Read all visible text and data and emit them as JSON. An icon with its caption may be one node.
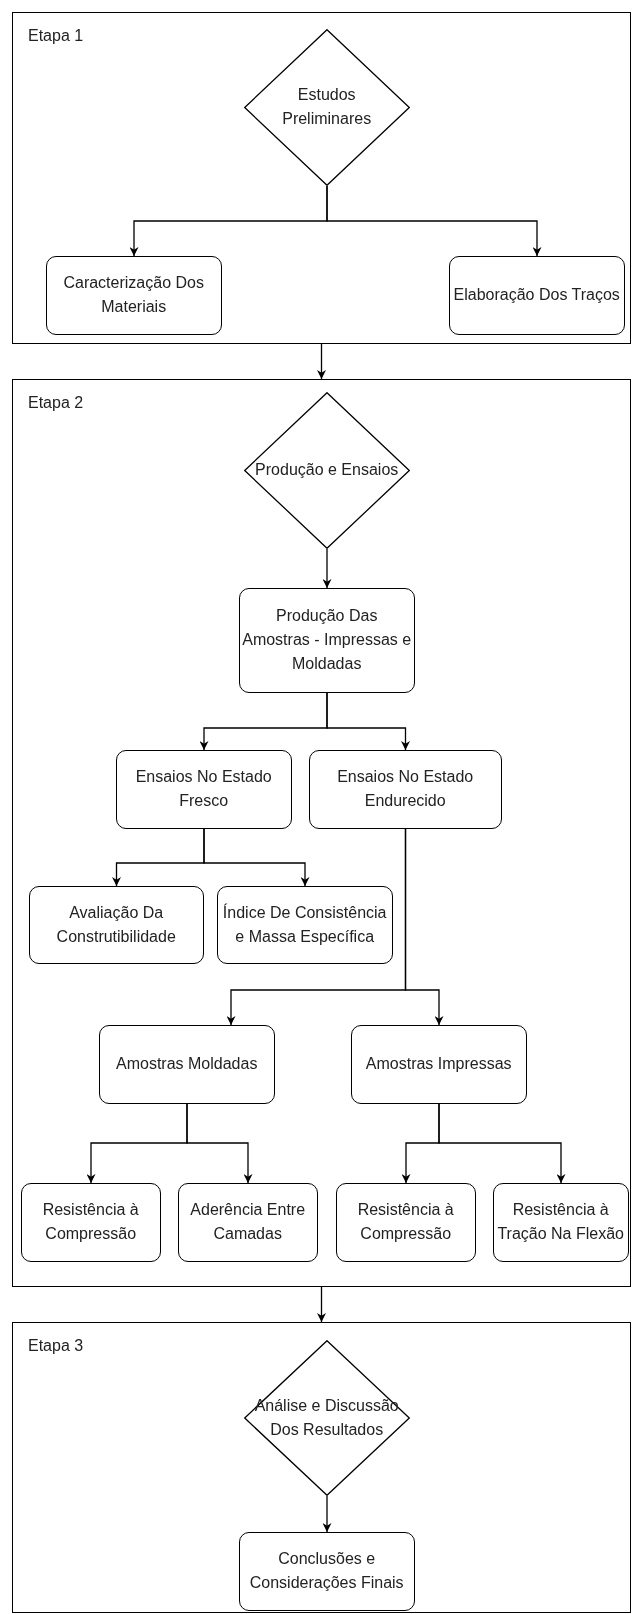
{
  "diagram": {
    "nodes": [
      {
        "text": [
          "Etapa 1"
        ]
      },
      {
        "text": [
          "Estudos Preliminares"
        ],
        "in": 0
      },
      {
        "text": [
          "Caracterização Dos Materiais"
        ],
        "in": 0
      },
      {
        "text": [
          "Elaboração Dos Traços"
        ],
        "in": 0
      },
      {
        "text": [
          "Etapa 2"
        ]
      },
      {
        "text": [
          "Produção e Ensaios"
        ],
        "in": 4
      },
      {
        "text": [
          "Produção Das Amostras - Impressas e Moldadas"
        ],
        "in": 4
      },
      {
        "text": [
          "Ensaios No Estado Fresco"
        ],
        "in": 4
      },
      {
        "text": [
          "Ensaios No Estado Endurecido"
        ],
        "in": 4
      },
      {
        "text": [
          "Avaliação Da Construtibilidade"
        ],
        "in": 4
      },
      {
        "text": [
          "Índice De Consistência e Massa Específica"
        ],
        "in": 4
      },
      {
        "text": [
          "Amostras Moldadas"
        ],
        "in": 4
      },
      {
        "text": [
          "Amostras Impressas"
        ],
        "in": 4
      },
      {
        "text": [
          "Resistência à Compressão"
        ],
        "in": 4
      },
      {
        "text": [
          "Aderência Entre Camadas"
        ],
        "in": 4
      },
      {
        "text": [
          "Resistência à Compressão"
        ],
        "in": 4
      },
      {
        "text": [
          "Resistência à Tração Na Flexão"
        ],
        "in": 4
      },
      {
        "text": [
          "Etapa 3"
        ]
      },
      {
        "text": [
          "Análise e Discussão Dos Resultados"
        ],
        "in": 17
      },
      {
        "text": [
          "Conclusões e Considerações Finais"
        ],
        "in": 17
      }
    ],
    "edges": [
      {
        "from": 1,
        "to": 2,
        "arrow": "to"
      },
      {
        "from": 1,
        "to": 3,
        "arrow": "to"
      },
      {
        "from": 0,
        "to": 4,
        "arrow": "to"
      },
      {
        "from": 5,
        "to": 6,
        "arrow": "to"
      },
      {
        "from": 6,
        "to": 7,
        "arrow": "to"
      },
      {
        "from": 6,
        "to": 8,
        "arrow": "to"
      },
      {
        "from": 7,
        "to": 9,
        "arrow": "to"
      },
      {
        "from": 7,
        "to": 10,
        "arrow": "to"
      },
      {
        "from": 8,
        "to": 11,
        "arrow": "to"
      },
      {
        "from": 8,
        "to": 12,
        "arrow": "to"
      },
      {
        "from": 11,
        "to": 13,
        "arrow": "to"
      },
      {
        "from": 11,
        "to": 14,
        "arrow": "to"
      },
      {
        "from": 12,
        "to": 15,
        "arrow": "to"
      },
      {
        "from": 12,
        "to": 16,
        "arrow": "to"
      },
      {
        "from": 4,
        "to": 17,
        "arrow": "to"
      },
      {
        "from": 18,
        "to": 19,
        "arrow": "to"
      }
    ]
  }
}
